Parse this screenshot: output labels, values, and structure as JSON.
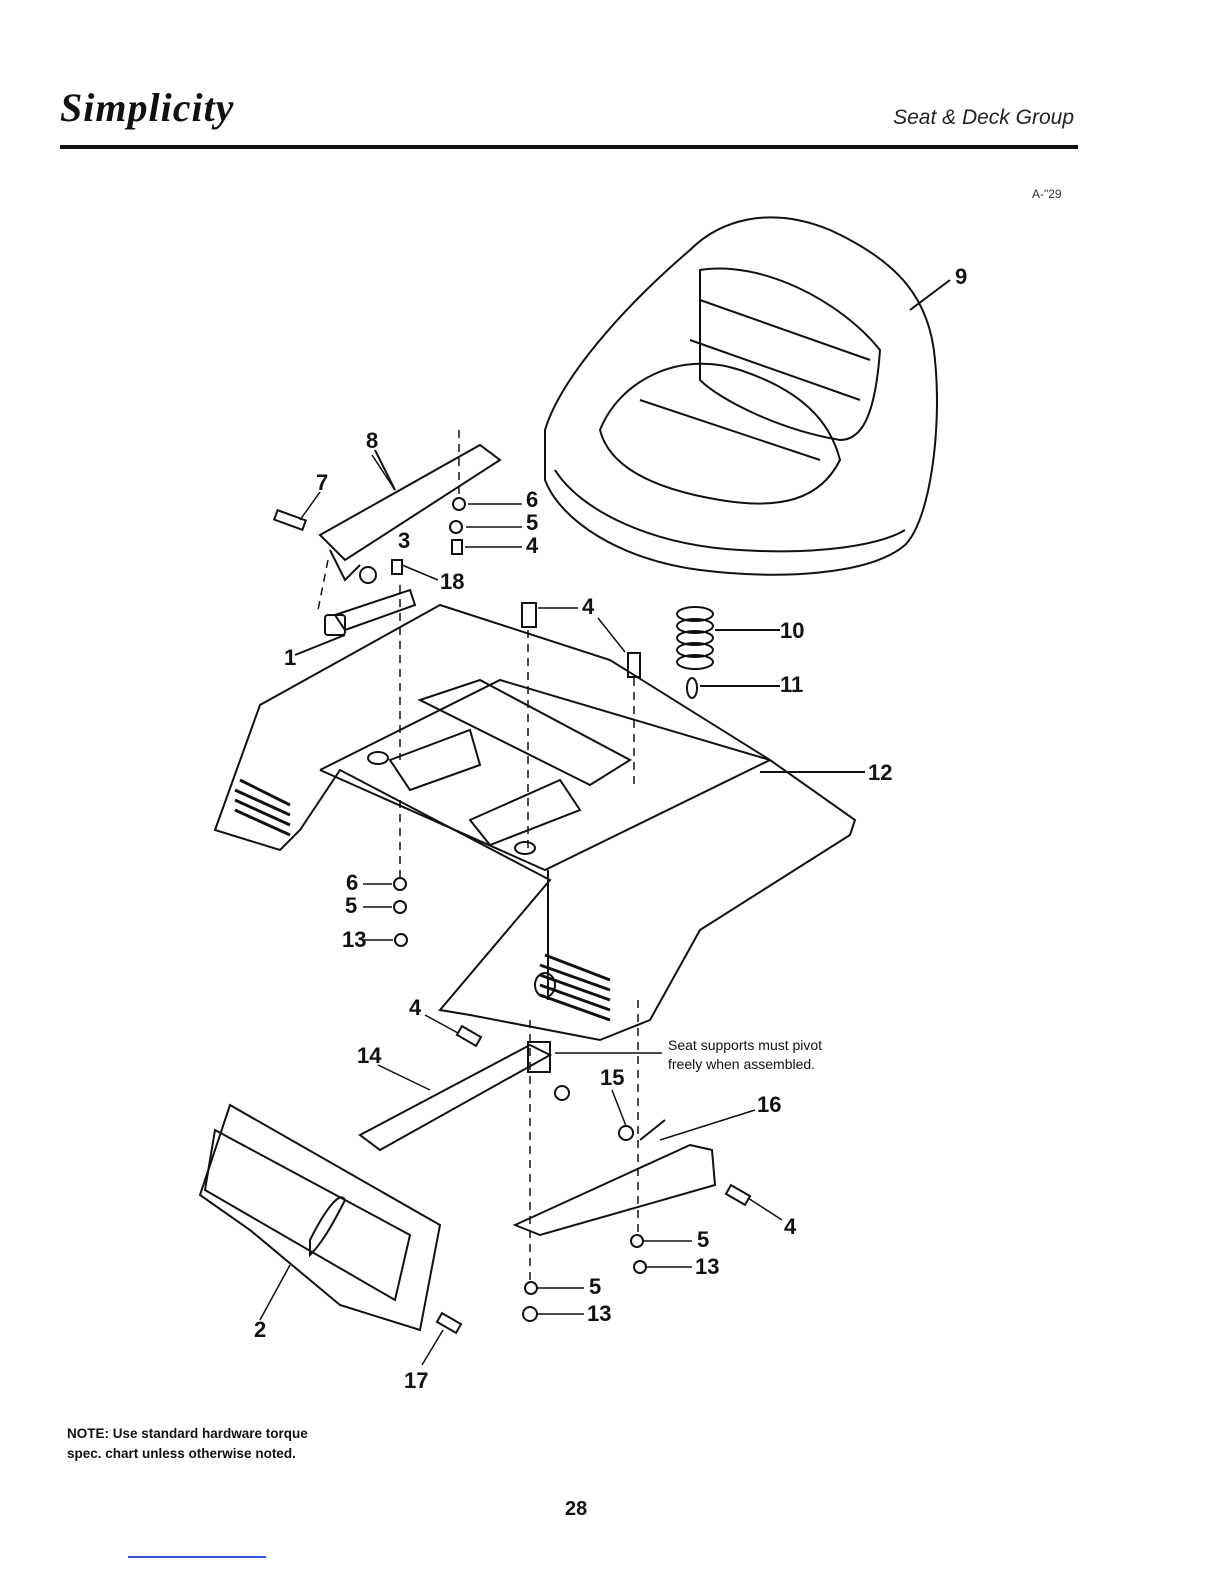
{
  "header": {
    "brand": "Simplicity",
    "group_title": "Seat & Deck Group"
  },
  "figure_code": "A-\"29",
  "callout": "Seat supports must pivot freely when assembled.",
  "note": "NOTE: Use standard hardware torque spec. chart unless otherwise noted.",
  "page_number": "28",
  "part_labels": {
    "p1": "1",
    "p2": "2",
    "p3": "3",
    "p4a": "4",
    "p4b": "4",
    "p4c": "4",
    "p4d": "4",
    "p5a": "5",
    "p5b": "5",
    "p5c": "5",
    "p5d": "5",
    "p6a": "6",
    "p6b": "6",
    "p7": "7",
    "p8": "8",
    "p9": "9",
    "p10": "10",
    "p11": "11",
    "p12": "12",
    "p13a": "13",
    "p13b": "13",
    "p13c": "13",
    "p14": "14",
    "p15": "15",
    "p16": "16",
    "p17": "17",
    "p18": "18"
  }
}
